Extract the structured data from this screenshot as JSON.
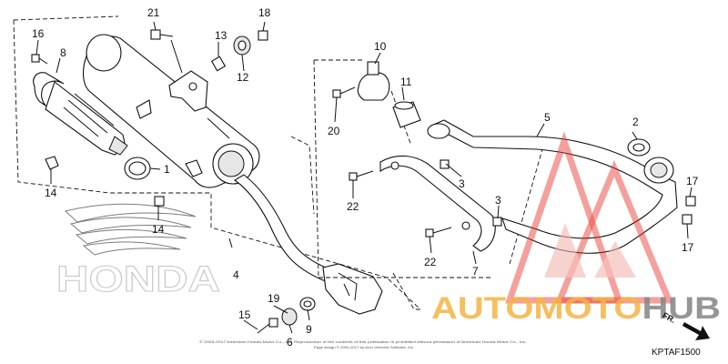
{
  "parts": {
    "p1": "1",
    "p2": "2",
    "p3a": "3",
    "p3b": "3",
    "p4": "4",
    "p5": "5",
    "p6": "6",
    "p7": "7",
    "p8": "8",
    "p9": "9",
    "p10": "10",
    "p11": "11",
    "p12": "12",
    "p13": "13",
    "p14a": "14",
    "p14b": "14",
    "p15": "15",
    "p16": "16",
    "p17a": "17",
    "p17b": "17",
    "p18": "18",
    "p19": "19",
    "p20": "20",
    "p21": "21",
    "p22a": "22",
    "p22b": "22"
  },
  "brand_watermark": "HONDA",
  "site_watermark": {
    "part1": "AUTO",
    "part2": "MOTO",
    "part3": "HUB"
  },
  "direction_label": "FR.",
  "diagram_code": "KPTAF1500",
  "copyright_line1": "© 2003-2017 American Honda Motor Co., Inc. Reproduction of the contents of this publication is prohibited without permission of American Honda Motor Co., Inc.",
  "copyright_line2": "Page design © 2004-2017 by Arch Ventures Software, Inc.",
  "colors": {
    "accent_red": "#e8332a",
    "accent_orange": "#f5a623",
    "accent_gray": "#6f6f6f"
  }
}
